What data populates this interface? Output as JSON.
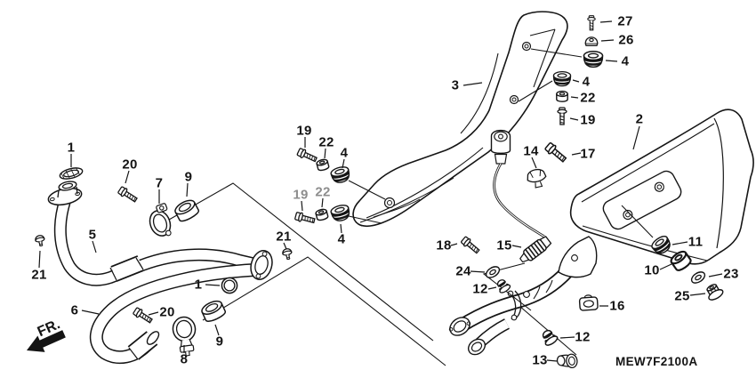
{
  "diagram": {
    "code": "MEW7F2100A",
    "direction_label": "FR."
  },
  "callouts": {
    "n27": "27",
    "n26": "26",
    "n4a": "4",
    "n4b": "4",
    "n22a": "22",
    "n19a": "19",
    "n2": "2",
    "n3": "3",
    "n17": "17",
    "n14": "14",
    "n19b": "19",
    "n22b": "22",
    "n4c": "4",
    "n19c": "19",
    "n22c": "22",
    "n4d": "4",
    "n1a": "1",
    "n20a": "20",
    "n7": "7",
    "n9a": "9",
    "n5": "5",
    "n21a": "21",
    "n21b": "21",
    "n1b": "1",
    "n6": "6",
    "n20b": "20",
    "n9b": "9",
    "n8": "8",
    "n18": "18",
    "n15": "15",
    "n24": "24",
    "n12a": "12",
    "n16": "16",
    "n12b": "12",
    "n13": "13",
    "n11": "11",
    "n10": "10",
    "n23": "23",
    "n25": "25"
  }
}
